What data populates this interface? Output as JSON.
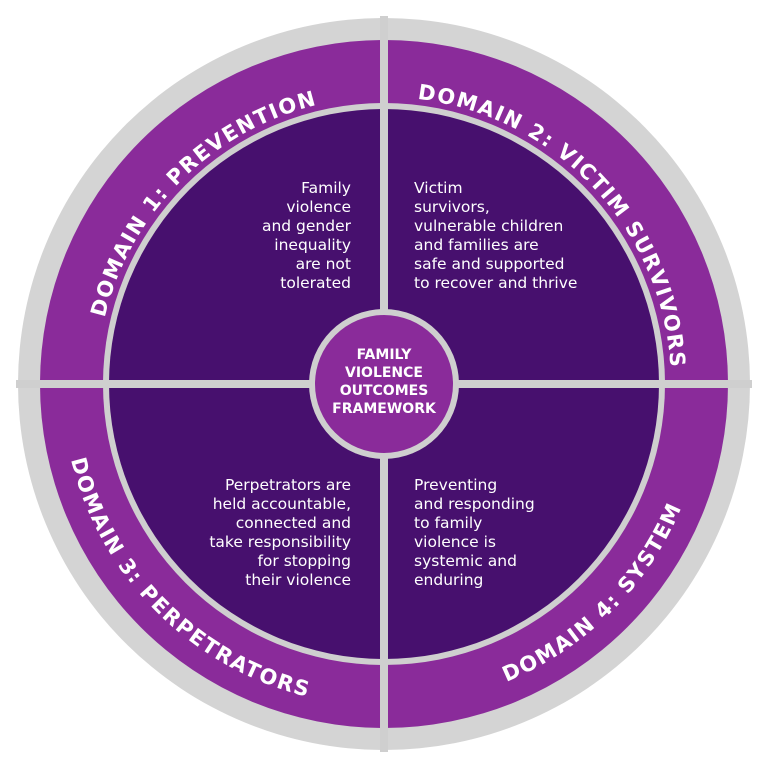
{
  "center": {
    "lines": [
      "FAMILY",
      "VIOLENCE",
      "OUTCOMES",
      "FRAMEWORK"
    ]
  },
  "domains": [
    {
      "label": "DOMAIN 1: PREVENTION",
      "outcome_lines": [
        "Family",
        "violence",
        "and gender",
        "inequality",
        "are not",
        "tolerated"
      ]
    },
    {
      "label": "DOMAIN 2: VICTIM SURVIVORS",
      "outcome_lines": [
        "Victim",
        "survivors,",
        "vulnerable children",
        "and families are",
        "safe and supported",
        "to recover and thrive"
      ]
    },
    {
      "label": "DOMAIN 3: PERPETRATORS",
      "outcome_lines": [
        "Perpetrators are",
        "held accountable,",
        "connected and",
        "take responsibility",
        "for stopping",
        "their violence"
      ]
    },
    {
      "label": "DOMAIN 4: SYSTEM",
      "outcome_lines": [
        "Preventing",
        "and responding",
        "to family",
        "violence is",
        "systemic and",
        "enduring"
      ]
    }
  ],
  "colors": {
    "ring": "#8a2b9a",
    "quadrant": "#47106e",
    "divider": "#cfcfcf",
    "outer_border": "#d4d4d4",
    "center_fill": "#8a2b9a",
    "text": "#ffffff"
  }
}
